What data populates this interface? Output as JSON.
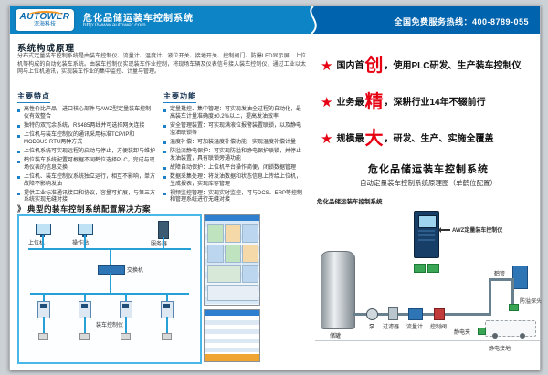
{
  "colors": {
    "brand_blue": "#0d84c6",
    "deep_blue": "#0063ad",
    "accent_red": "#e60012",
    "accent_orange": "#f7941d"
  },
  "header": {
    "logo_main": "AUTOWER",
    "logo_sub": "深海科技",
    "title": "危化品储运装车控制系统",
    "url": "http://www.autower.com",
    "hotline": "全国免费服务热线：400-8789-055"
  },
  "left": {
    "intro_title": "系统构成原理",
    "intro_body": "分布式定量装车控制系统是由装车控制仪、流量计、温度计、液位开关、接地开关、控制阀门、防爆LED显示屏、上位机等构成的自动化装车系统。由装车控制仪实现装车作业控制，将现场车辆及仪表信号接入装车控制仪，通过工业以太网与上位机通讯，实现装车作业的集中监控、计量与管理。",
    "features": {
      "title": "主要特点",
      "items": [
        "高性价比产品，进口核心部件与AWZ型定量装车控制仪有效整合",
        "独特的双冗余系统，RS485两线并可选择网关连接",
        "上位机与装车控制仪的通讯采用标准TCP/IP和MODBUS RTU两种方式",
        "上位机系统可实现远程的启动与停止，方便装卸与维护",
        "鹤位装车系统配置可根据不同鹤位选择PLC，完成与现场仪表的信息交换",
        "上位机、装车控制仪系统独立运行，相互不影响，单方故障不影响发油",
        "提供工业标准通讯接口和协议，容量可扩展，与第三方系统实现无缝对接"
      ]
    },
    "functions": {
      "title": "主要功能",
      "items": [
        "定量批控、集中管理：可实现发油全过程的自动化，最高装车计量准确度±0.2%以上，提高发油效率",
        "安全管理装置：可实现满液位报警装置联锁，以及静电溢油联锁等",
        "温度补偿：可加装温度补偿功能，实现温度补偿计量",
        "防溢流静电保护：可实现防溢和静电保护联锁，并停止发油装置，具有联锁旁通功能",
        "故障自动保护：上位机平台操作简便，闭锁数据管理",
        "数据采集处理：将发油数据和状态信息上传给上位机，生成报表，实现库存管理",
        "视频监控管理：实现实时监控，可与DCS、ERP等控制和管理系统进行无缝对接"
      ]
    },
    "solution_prefix": "》",
    "solution_title": "典型的装车控制系统配置解决方案",
    "network": {
      "pc1": "上位机",
      "pc2": "操作站",
      "server": "服务器",
      "switch": "交换机",
      "controllers": "装车控制仪"
    }
  },
  "right": {
    "star_glyph": "★",
    "stars": [
      {
        "prefix": "国内首",
        "big": "创",
        "suffix": "，使用PLC研发、生产装车控制仪"
      },
      {
        "prefix": "业务最",
        "big": "精",
        "suffix": "，深耕行业14年不辍前行"
      },
      {
        "prefix": "规模最",
        "big": "大",
        "suffix": "，研发、生产、实施全覆盖"
      }
    ],
    "system_title": "危化品储运装车控制系统",
    "diagram_title": "自动定量装车控制系统原理图（单鹤位配置）",
    "diagram": {
      "header": "危化品储运装车控制系统",
      "controller": "AWZ定量装车控制仪",
      "tank": "储罐",
      "pump": "泵",
      "filter": "过滤器",
      "meter": "流量计",
      "valve": "控制阀",
      "arm": "鹤管",
      "probe": "防溢探头",
      "clamp": "静电夹",
      "ground": "静电接地"
    }
  }
}
